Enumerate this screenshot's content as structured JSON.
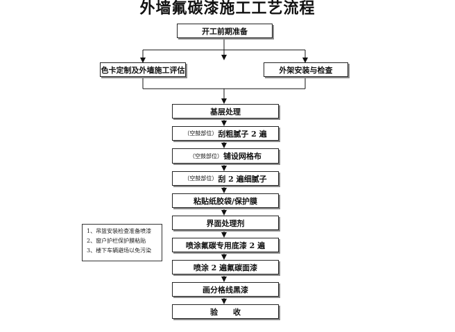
{
  "title": "外墙氟碳漆施工工艺流程",
  "steps": {
    "prep": "开工前期准备",
    "color_card": "色卡定制及外墙施工评估",
    "scaffold": "外架安装与检查",
    "base": "基层处理",
    "coarse_putty": {
      "tag": "（空鼓部位）",
      "text": "刮粗腻子 2 遍"
    },
    "mesh": {
      "tag": "（空鼓部位）",
      "text": "铺设网格布"
    },
    "fine_putty": {
      "tag": "（空鼓部位）",
      "text": "刮 2 遍细腻子"
    },
    "paper_film": "粘贴纸胶袋/保护膜",
    "interface": "界面处理剂",
    "primer": "喷涂氟碳专用底漆 2 遍",
    "topcoat": "喷涂 2 遍氟碳面漆",
    "grid_lines": "画分格线黑漆",
    "acceptance": "验　　收"
  },
  "notes": [
    "1、吊篮安装检查准备喷漆",
    "2、窗户护栏保护膜粘贴",
    "3、楼下车辆避场以免污染"
  ]
}
